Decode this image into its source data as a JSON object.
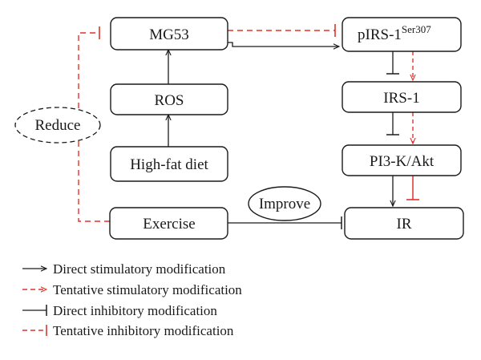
{
  "nodes": {
    "mg53": "MG53",
    "ros": "ROS",
    "high_fat_diet": "High-fat diet",
    "exercise": "Exercise",
    "pirs1_base": "pIRS-1",
    "pirs1_sup": "Ser307",
    "irs1": "IRS-1",
    "pi3k_akt": "PI3-K/Akt",
    "ir": "IR"
  },
  "ovals": {
    "reduce": "Reduce",
    "improve": "Improve"
  },
  "legend": [
    {
      "label": "Direct stimulatory modification",
      "style": "solid",
      "head": "arrow"
    },
    {
      "label": "Tentative stimulatory modification",
      "style": "dashed",
      "head": "arrow"
    },
    {
      "label": "Direct inhibitory modification",
      "style": "solid",
      "head": "bar"
    },
    {
      "label": "Tentative inhibitory modification",
      "style": "dashed",
      "head": "bar"
    }
  ],
  "colors": {
    "solid": "#1a1a1a",
    "tentative": "#e0332b"
  }
}
